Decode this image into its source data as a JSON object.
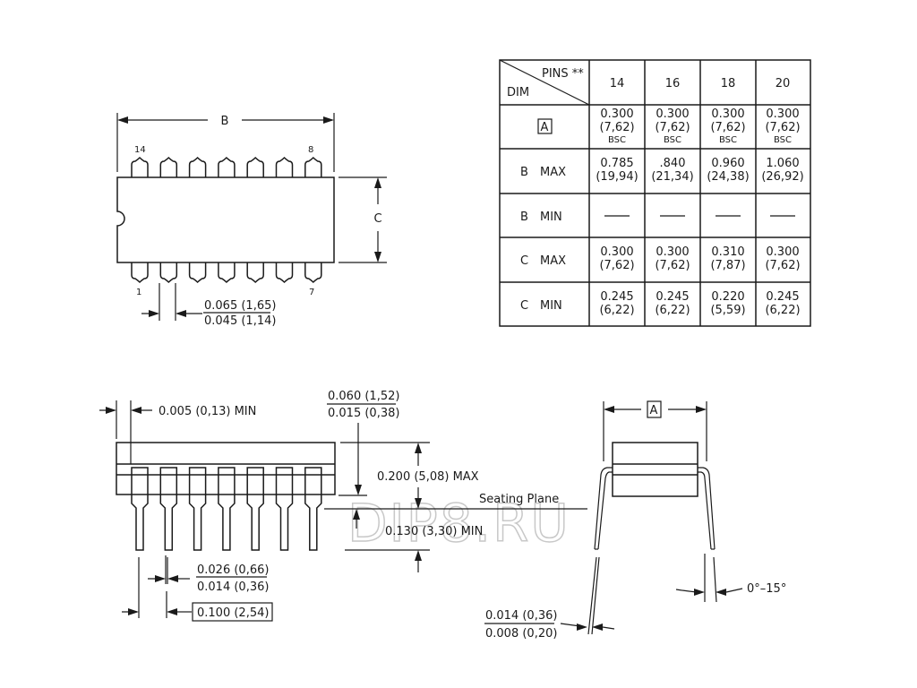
{
  "top_view": {
    "dim_b_label": "B",
    "dim_c_label": "C",
    "pin_labels": {
      "top_left": "14",
      "top_right": "8",
      "bottom_left": "1",
      "bottom_right": "7"
    },
    "lead_width": {
      "max": "0.065 (1,65)",
      "min": "0.045 (1,14)"
    }
  },
  "table": {
    "header": {
      "pins_label": "PINS **",
      "dim_label": "DIM",
      "pin_counts": [
        "14",
        "16",
        "18",
        "20"
      ]
    },
    "rows": [
      {
        "dim": "A",
        "boxed": true,
        "cells": [
          {
            "inch": "0.300",
            "mm": "(7,62)",
            "note": "BSC"
          },
          {
            "inch": "0.300",
            "mm": "(7,62)",
            "note": "BSC"
          },
          {
            "inch": "0.300",
            "mm": "(7,62)",
            "note": "BSC"
          },
          {
            "inch": "0.300",
            "mm": "(7,62)",
            "note": "BSC"
          }
        ]
      },
      {
        "dim": "B",
        "limit": "MAX",
        "cells": [
          {
            "inch": "0.785",
            "mm": "(19,94)"
          },
          {
            "inch": ".840",
            "mm": "(21,34)"
          },
          {
            "inch": "0.960",
            "mm": "(24,38)"
          },
          {
            "inch": "1.060",
            "mm": "(26,92)"
          }
        ]
      },
      {
        "dim": "B",
        "limit": "MIN",
        "cells": [
          {
            "dash": true
          },
          {
            "dash": true
          },
          {
            "dash": true
          },
          {
            "dash": true
          }
        ]
      },
      {
        "dim": "C",
        "limit": "MAX",
        "cells": [
          {
            "inch": "0.300",
            "mm": "(7,62)"
          },
          {
            "inch": "0.300",
            "mm": "(7,62)"
          },
          {
            "inch": "0.310",
            "mm": "(7,87)"
          },
          {
            "inch": "0.300",
            "mm": "(7,62)"
          }
        ]
      },
      {
        "dim": "C",
        "limit": "MIN",
        "cells": [
          {
            "inch": "0.245",
            "mm": "(6,22)"
          },
          {
            "inch": "0.245",
            "mm": "(6,22)"
          },
          {
            "inch": "0.220",
            "mm": "(5,59)"
          },
          {
            "inch": "0.245",
            "mm": "(6,22)"
          }
        ]
      }
    ]
  },
  "side_view": {
    "body_offset": "0.005 (0,13) MIN",
    "standoff": {
      "max": "0.060 (1,52)",
      "min": "0.015 (0,38)"
    },
    "height_max": "0.200 (5,08) MAX",
    "seating_plane": "Seating Plane",
    "lead_length_min": "0.130 (3,30) MIN",
    "lead_thickness": {
      "max": "0.026 (0,66)",
      "min": "0.014 (0,36)"
    },
    "pitch": "0.100 (2,54)"
  },
  "end_view": {
    "dim_a_label": "A",
    "lead_thickness": {
      "max": "0.014 (0,36)",
      "min": "0.008 (0,20)"
    },
    "angle": "0°–15°"
  },
  "watermark": "DIP8.RU"
}
